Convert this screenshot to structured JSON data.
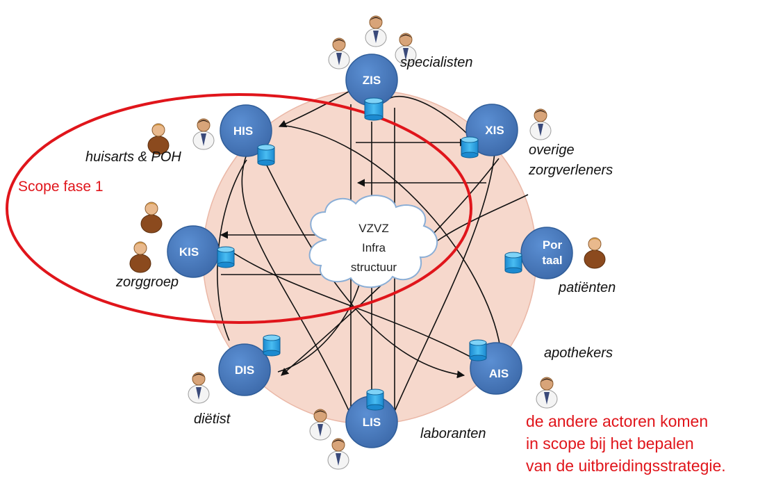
{
  "cloud": {
    "lines": [
      "VZVZ",
      "Infra",
      "structuur"
    ]
  },
  "nodes": {
    "zis": {
      "label": "ZIS",
      "actor": "specialisten"
    },
    "his": {
      "label": "HIS",
      "actor": "huisarts & POH"
    },
    "xis": {
      "label": "XIS",
      "actor_line1": "overige",
      "actor_line2": "zorgverleners"
    },
    "kis": {
      "label": "KIS",
      "actor": "zorggroep"
    },
    "portaal": {
      "label_line1": "Por",
      "label_line2": "taal",
      "actor": "patiënten"
    },
    "dis": {
      "label": "DIS",
      "actor": "diëtist"
    },
    "lis": {
      "label": "LIS",
      "actor": "laboranten"
    },
    "ais": {
      "label": "AIS",
      "actor": "apothekers"
    }
  },
  "scope": {
    "label": "Scope fase 1"
  },
  "note": {
    "lines": [
      "de andere actoren komen",
      "in scope bij het bepalen",
      "van de uitbreidingsstrategie."
    ]
  },
  "colors": {
    "node": "#4a7bbf",
    "ring": "#f6d8cc",
    "scope": "#e0151b",
    "db": "#2aa0e0"
  }
}
